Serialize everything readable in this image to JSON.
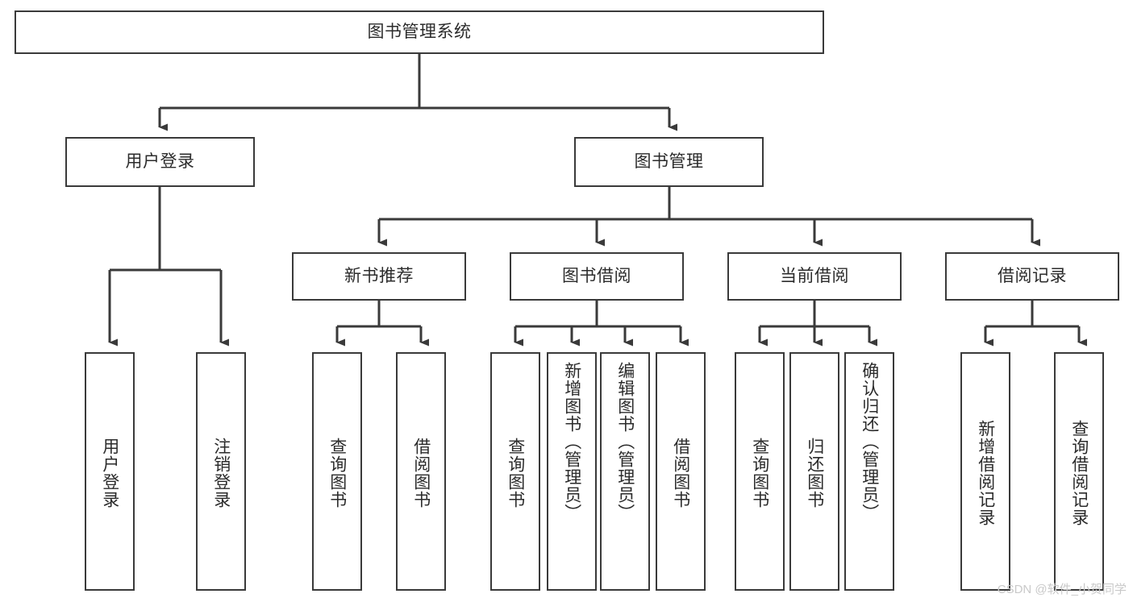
{
  "diagram": {
    "type": "tree-flowchart",
    "title_node": {
      "label": "图书管理系统"
    },
    "level1": [
      {
        "id": "user-login",
        "label": "用户登录"
      },
      {
        "id": "book-management",
        "label": "图书管理"
      }
    ],
    "level2": [
      {
        "id": "new-book-recommend",
        "label": "新书推荐",
        "parent": "book-management"
      },
      {
        "id": "book-borrow",
        "label": "图书借阅",
        "parent": "book-management"
      },
      {
        "id": "current-borrow",
        "label": "当前借阅",
        "parent": "book-management"
      },
      {
        "id": "borrow-record",
        "label": "借阅记录",
        "parent": "book-management"
      }
    ],
    "leaves": [
      {
        "id": "leaf-user-login",
        "label": "用户登录",
        "parent": "user-login"
      },
      {
        "id": "leaf-logout-login",
        "label": "注销登录",
        "parent": "user-login"
      },
      {
        "id": "leaf-query-book-1",
        "label": "查询图书",
        "parent": "new-book-recommend"
      },
      {
        "id": "leaf-borrow-book-1",
        "label": "借阅图书",
        "parent": "new-book-recommend"
      },
      {
        "id": "leaf-query-book-2",
        "label": "查询图书",
        "parent": "book-borrow"
      },
      {
        "id": "leaf-add-book",
        "label": "新增图书（管理员）",
        "parent": "book-borrow"
      },
      {
        "id": "leaf-edit-book",
        "label": "编辑图书（管理员）",
        "parent": "book-borrow"
      },
      {
        "id": "leaf-borrow-book-2",
        "label": "借阅图书",
        "parent": "book-borrow"
      },
      {
        "id": "leaf-query-book-3",
        "label": "查询图书",
        "parent": "current-borrow"
      },
      {
        "id": "leaf-return-book",
        "label": "归还图书",
        "parent": "current-borrow"
      },
      {
        "id": "leaf-confirm-return",
        "label": "确认归还（管理员）",
        "parent": "current-borrow"
      },
      {
        "id": "leaf-add-record",
        "label": "新增借阅记录",
        "parent": "borrow-record"
      },
      {
        "id": "leaf-query-record",
        "label": "查询借阅记录",
        "parent": "borrow-record"
      }
    ],
    "colors": {
      "stroke": "#3a3a3a",
      "fill": "#ffffff",
      "text": "#2b2b2b",
      "watermark": "#c9c9c9"
    }
  },
  "watermark": {
    "text": "CSDN @软件_小贺同学"
  }
}
